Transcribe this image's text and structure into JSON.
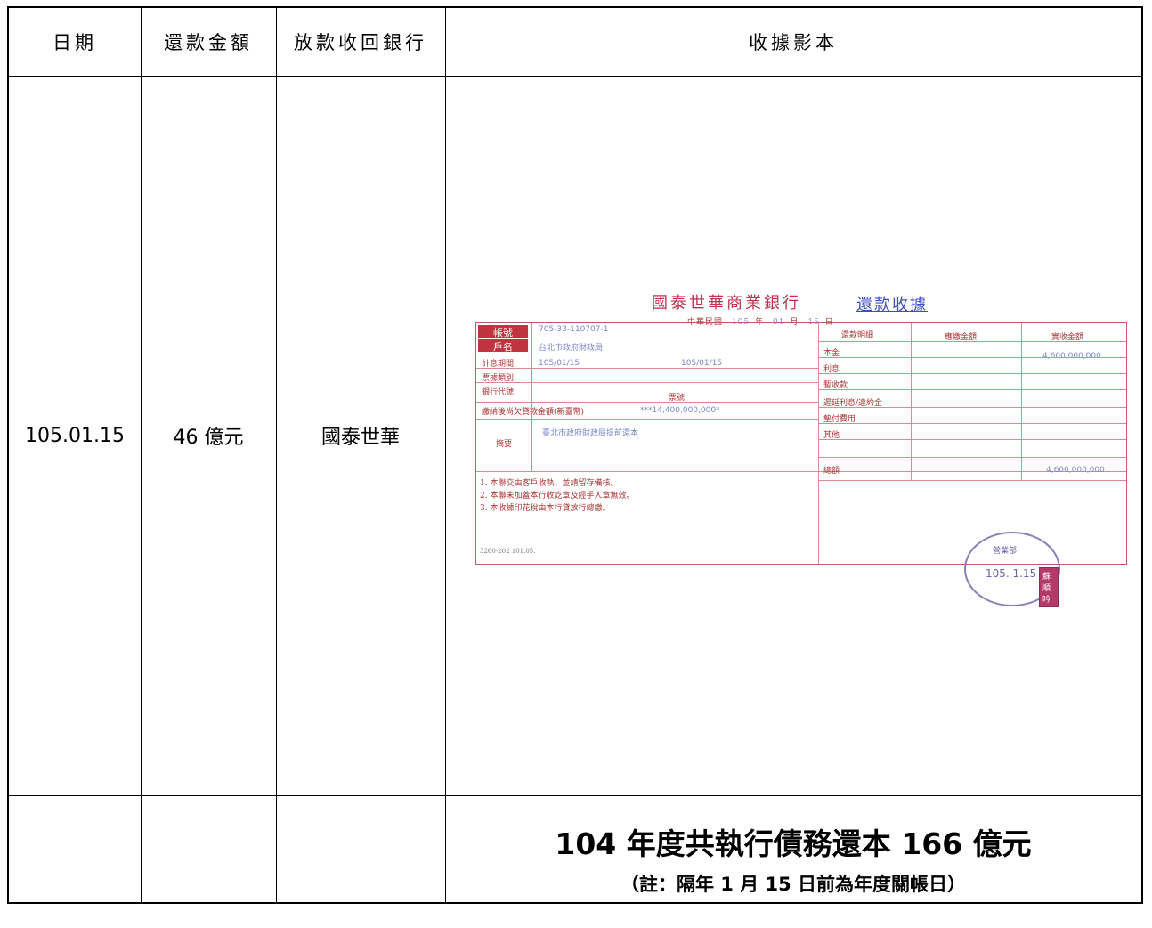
{
  "header": {
    "date": "日期",
    "amount": "還款金額",
    "bank": "放款收回銀行",
    "receipt": "收據影本"
  },
  "row": {
    "date": "105.01.15",
    "amount": "46 億元",
    "bank": "國泰世華"
  },
  "summary": {
    "main": "104 年度共執行債務還本 166 億元",
    "note": "（註：隔年 1 月 15 日前為年度關帳日）"
  },
  "receipt": {
    "title_bank": "國泰世華商業銀行",
    "title_doc": "還款收據",
    "date_prefix": "中華民國",
    "date_year": "105",
    "date_year_unit": "年",
    "date_month": "01",
    "date_month_unit": "月",
    "date_day": "15",
    "date_day_unit": "日",
    "account_label": "帳號",
    "account_value": "705-33-110707-1",
    "name_label": "戶名",
    "name_value": "台北市政府財政局",
    "period_label": "計息期間",
    "period_from": "105/01/15",
    "period_to": "105/01/15",
    "type_label": "票據類別",
    "bank_code_label": "銀行代號",
    "ticket_no_label": "票號",
    "balance_label": "繳納後尚欠貸款金額(新臺幣)",
    "balance_value": "***14,400,000,000*",
    "memo_label": "摘要",
    "memo_value": "臺北市政府財政局提前還本",
    "detail_header": "還款明細",
    "paid_header": "應繳金額",
    "received_header": "實收金額",
    "principal_label": "本金",
    "principal_value": "4,600,000,000",
    "interest_label": "利息",
    "temp_label": "暫收款",
    "penalty_label": "遲延利息/違約金",
    "fee_label": "墊付費用",
    "other_label": "其他",
    "total_label": "總額",
    "total_value": "4,600,000,000",
    "note1": "1. 本聯交由客戶收執，並請留存備核。",
    "note2": "2. 本聯未加蓋本行收訖章及經手人章無效。",
    "note3": "3. 本收據印花稅由本行貸放行總繳。",
    "form_code": "3260-202 101.05.",
    "stamp_date": "105. 1.15",
    "stamp_text": "營業部",
    "stamp_name": "蘇順吟"
  }
}
